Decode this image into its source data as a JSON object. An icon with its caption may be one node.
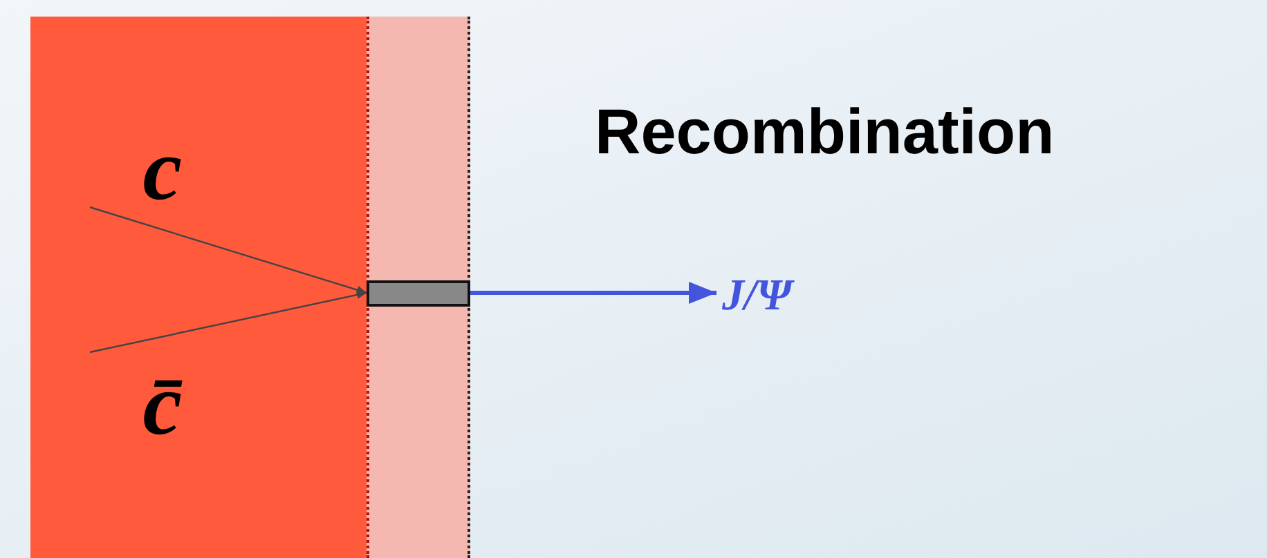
{
  "diagram": {
    "title": "Recombination",
    "nodes": [
      {
        "text": [
          "c"
        ]
      },
      {
        "text": [
          "c̄"
        ]
      },
      {
        "text": [],
        "shape": "box"
      },
      {
        "text": [
          "J/Ψ"
        ]
      }
    ],
    "edges": [
      {
        "from": 0,
        "to": 2,
        "arrow": "to"
      },
      {
        "from": 1,
        "to": 2,
        "arrow": "to"
      },
      {
        "from": 2,
        "to": 3,
        "arrow": "to",
        "style": "thick",
        "color": "#4455dd"
      }
    ]
  }
}
